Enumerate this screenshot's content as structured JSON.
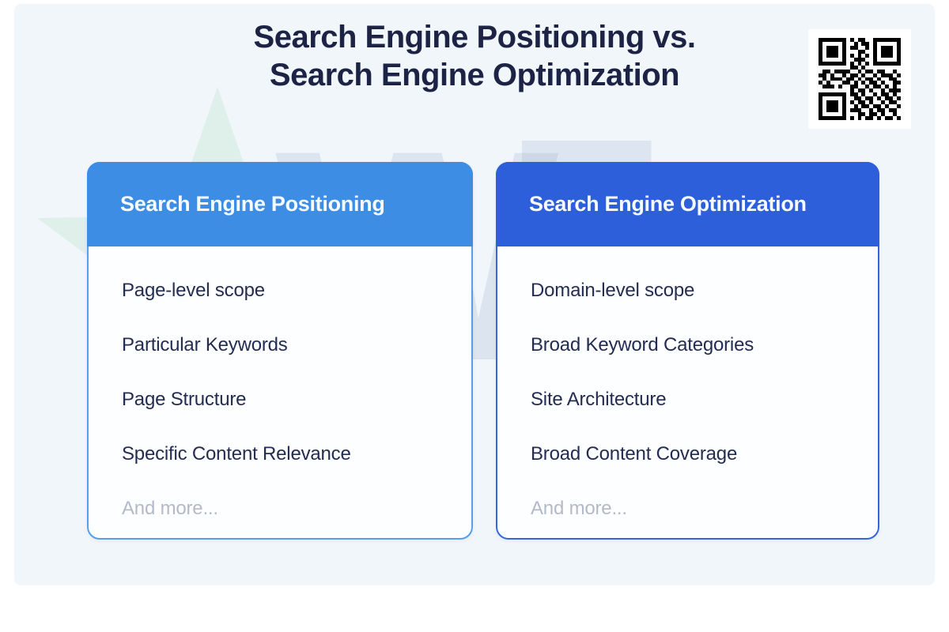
{
  "page": {
    "background": "#ffffff",
    "canvas_background": "#f1f6fb",
    "title_color": "#1d2345",
    "body_text_color": "#232c52",
    "muted_text_color": "#b3bac7"
  },
  "title": {
    "line1": "Search Engine Positioning vs.",
    "line2": "Search Engine Optimization"
  },
  "watermark": {
    "letter_w": "W",
    "letter_z": "Z",
    "star_color": "#6fc487",
    "letter_color": "#93a7c7"
  },
  "qr": {
    "label": "qr-code",
    "dark_color": "#000000",
    "light_color": "#ffffff",
    "matrix": [
      "111111101011001111111",
      "100000100101101000001",
      "101110101100101011101",
      "101110100011001011101",
      "101110101010101011101",
      "100000100111001000001",
      "111111101010101111111",
      "000000001101000000000",
      "011011110010110110010",
      "110100101101001011101",
      "010111011010110100110",
      "101000110101011010011",
      "011101001100101101010",
      "000000001011010010111",
      "111111101101001011010",
      "100000100110110101101",
      "101110101011010010110",
      "101110100101101101001",
      "101110101110010110110",
      "100000100011011010010",
      "111111101010110101101"
    ]
  },
  "cards": [
    {
      "header": "Search Engine Positioning",
      "header_bg": "#3d8de4",
      "border_color": "#54a0ea",
      "items": [
        "Page-level scope",
        "Particular Keywords",
        "Page Structure",
        "Specific Content Relevance"
      ],
      "more": "And more..."
    },
    {
      "header": "Search Engine Optimization",
      "header_bg": "#2e5fda",
      "border_color": "#3566dc",
      "items": [
        "Domain-level scope",
        "Broad Keyword Categories",
        "Site Architecture",
        "Broad Content Coverage"
      ],
      "more": "And more..."
    }
  ]
}
